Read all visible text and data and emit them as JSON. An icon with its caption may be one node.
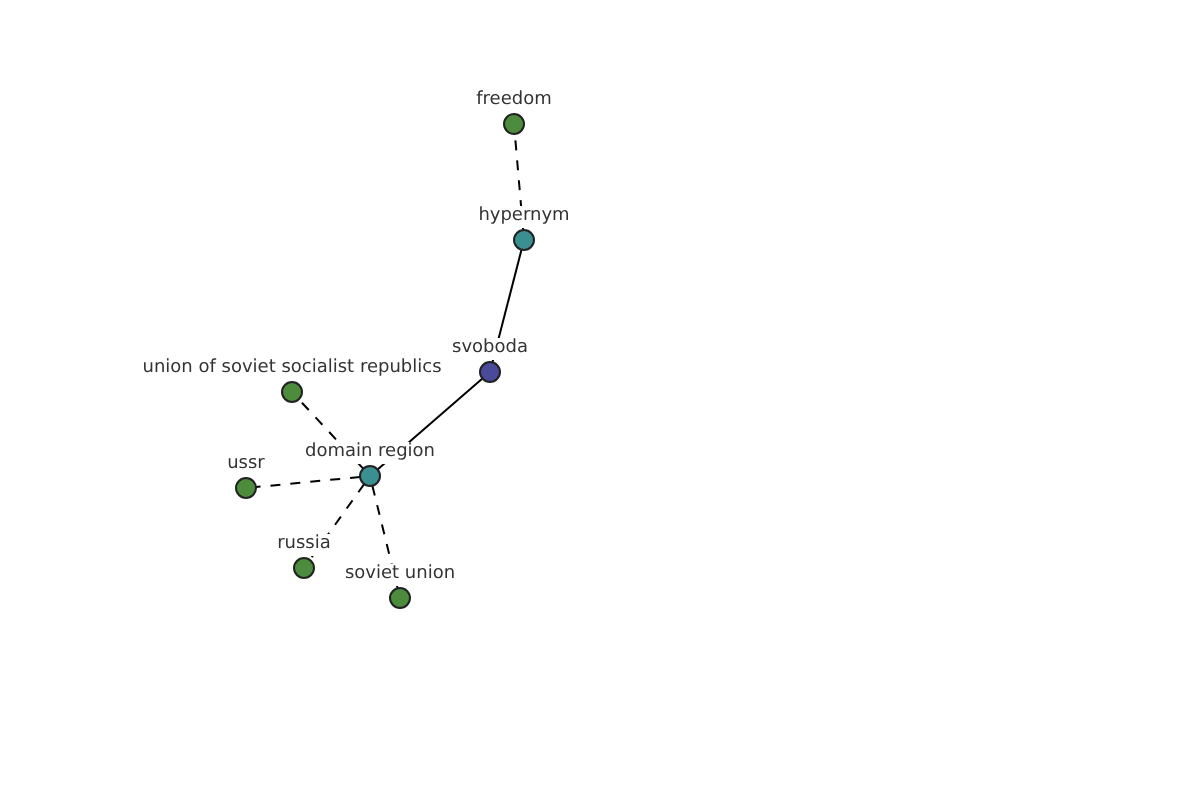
{
  "diagram": {
    "nodes": [
      {
        "text": [
          "freedom"
        ]
      },
      {
        "text": [
          "hypernym"
        ]
      },
      {
        "text": [
          "svoboda"
        ]
      },
      {
        "text": [
          "union of soviet socialist republics"
        ]
      },
      {
        "text": [
          "domain region"
        ]
      },
      {
        "text": [
          "ussr"
        ]
      },
      {
        "text": [
          "russia"
        ]
      },
      {
        "text": [
          "soviet union"
        ]
      }
    ],
    "edges": [
      {
        "from": 1,
        "to": 0,
        "arrow": "none",
        "style": "dashed"
      },
      {
        "from": 2,
        "to": 1,
        "arrow": "none"
      },
      {
        "from": 2,
        "to": 4,
        "arrow": "none"
      },
      {
        "from": 4,
        "to": 3,
        "arrow": "none",
        "style": "dashed"
      },
      {
        "from": 4,
        "to": 5,
        "arrow": "none",
        "style": "dashed"
      },
      {
        "from": 4,
        "to": 6,
        "arrow": "none",
        "style": "dashed"
      },
      {
        "from": 4,
        "to": 7,
        "arrow": "none",
        "style": "dashed"
      }
    ]
  }
}
